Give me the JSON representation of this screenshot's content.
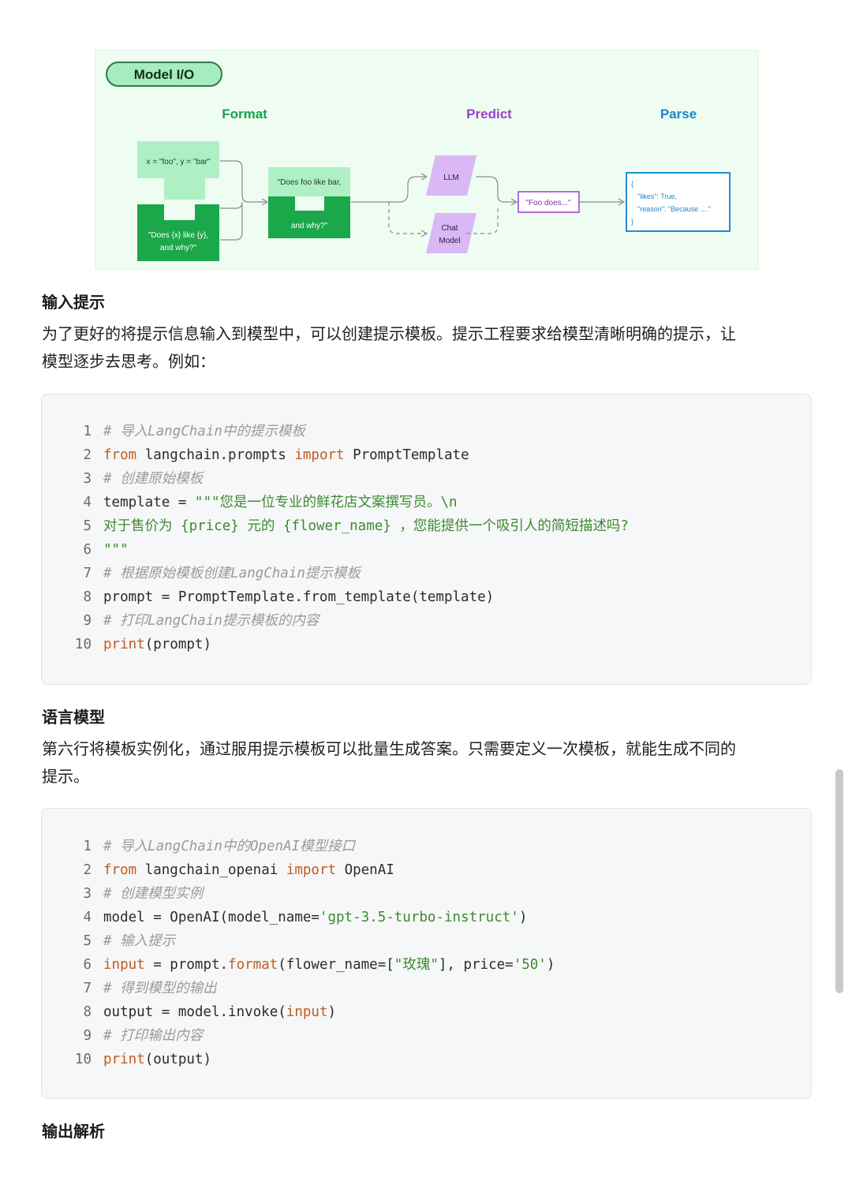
{
  "diagram": {
    "badge": "Model I/O",
    "sections": {
      "format": "Format",
      "predict": "Predict",
      "parse": "Parse"
    },
    "input_vars": "x = \"foo\", y = \"bar\"",
    "template_line1": "\"Does {x} like {y},",
    "template_line2": "and why?\"",
    "filled_line1": "\"Does foo like bar,",
    "filled_line2": "and why?\"",
    "llm": "LLM",
    "chat_model_line1": "Chat",
    "chat_model_line2": "Model",
    "output_text": "\"Foo does...\"",
    "parsed": [
      "{",
      "\"likes\": True,",
      "\"reason\": \"Because ....\"",
      "}"
    ],
    "colors": {
      "format": "#15a34a",
      "predict": "#9b3fd1",
      "parse": "#1d86c6",
      "green_dark": "#1aa84a",
      "green_light": "#aef0c4",
      "purple_light": "#d9b8f5",
      "blue_box": "#1f8fcf"
    }
  },
  "section1": {
    "heading": "输入提示",
    "paragraph_line1": "为了更好的将提示信息输入到模型中，可以创建提示模板。提示工程要求给模型清晰明确的提示，让",
    "paragraph_line2": "模型逐步去思考。例如："
  },
  "code1": {
    "line_numbers": [
      "1",
      "2",
      "3",
      "4",
      "5",
      "6",
      "7",
      "8",
      "9",
      "10"
    ],
    "lines": [
      [
        {
          "t": "# 导入LangChain中的提示模板",
          "c": "c"
        }
      ],
      [
        {
          "t": "from",
          "c": "k"
        },
        {
          "t": " langchain.prompts ",
          "c": ""
        },
        {
          "t": "import",
          "c": "k"
        },
        {
          "t": " PromptTemplate",
          "c": ""
        }
      ],
      [
        {
          "t": "# 创建原始模板",
          "c": "c"
        }
      ],
      [
        {
          "t": "template = ",
          "c": ""
        },
        {
          "t": "\"\"\"您是一位专业的鲜花店文案撰写员。\\n",
          "c": "s"
        }
      ],
      [
        {
          "t": "对于售价为 {price} 元的 {flower_name} ，您能提供一个吸引人的简短描述吗?",
          "c": "s"
        }
      ],
      [
        {
          "t": "\"\"\"",
          "c": "s"
        }
      ],
      [
        {
          "t": "# 根据原始模板创建LangChain提示模板",
          "c": "c"
        }
      ],
      [
        {
          "t": "prompt = PromptTemplate.from_template(template)",
          "c": ""
        }
      ],
      [
        {
          "t": "# 打印LangChain提示模板的内容",
          "c": "c"
        }
      ],
      [
        {
          "t": "print",
          "c": "k"
        },
        {
          "t": "(prompt)",
          "c": ""
        }
      ]
    ]
  },
  "section2": {
    "heading": "语言模型",
    "paragraph_line1": "第六行将模板实例化，通过服用提示模板可以批量生成答案。只需要定义一次模板，就能生成不同的",
    "paragraph_line2": "提示。"
  },
  "code2": {
    "line_numbers": [
      "1",
      "2",
      "3",
      "4",
      "5",
      "6",
      "7",
      "8",
      "9",
      "10"
    ],
    "lines": [
      [
        {
          "t": "# 导入LangChain中的OpenAI模型接口",
          "c": "c"
        }
      ],
      [
        {
          "t": "from",
          "c": "k"
        },
        {
          "t": " langchain_openai ",
          "c": ""
        },
        {
          "t": "import",
          "c": "k"
        },
        {
          "t": " OpenAI",
          "c": ""
        }
      ],
      [
        {
          "t": "# 创建模型实例",
          "c": "c"
        }
      ],
      [
        {
          "t": "model = OpenAI(model_name=",
          "c": ""
        },
        {
          "t": "'gpt-3.5-turbo-instruct'",
          "c": "s"
        },
        {
          "t": ")",
          "c": ""
        }
      ],
      [
        {
          "t": "# 输入提示",
          "c": "c"
        }
      ],
      [
        {
          "t": "input",
          "c": "k"
        },
        {
          "t": " = prompt.",
          "c": ""
        },
        {
          "t": "format",
          "c": "k"
        },
        {
          "t": "(flower_name=[",
          "c": ""
        },
        {
          "t": "\"玫瑰\"",
          "c": "s"
        },
        {
          "t": "], price=",
          "c": ""
        },
        {
          "t": "'50'",
          "c": "s"
        },
        {
          "t": ")",
          "c": ""
        }
      ],
      [
        {
          "t": "# 得到模型的输出",
          "c": "c"
        }
      ],
      [
        {
          "t": "output = model.invoke(",
          "c": ""
        },
        {
          "t": "input",
          "c": "k"
        },
        {
          "t": ")",
          "c": ""
        }
      ],
      [
        {
          "t": "# 打印输出内容",
          "c": "c"
        }
      ],
      [
        {
          "t": "print",
          "c": "k"
        },
        {
          "t": "(output)",
          "c": ""
        }
      ]
    ]
  },
  "section3": {
    "heading": "输出解析"
  }
}
